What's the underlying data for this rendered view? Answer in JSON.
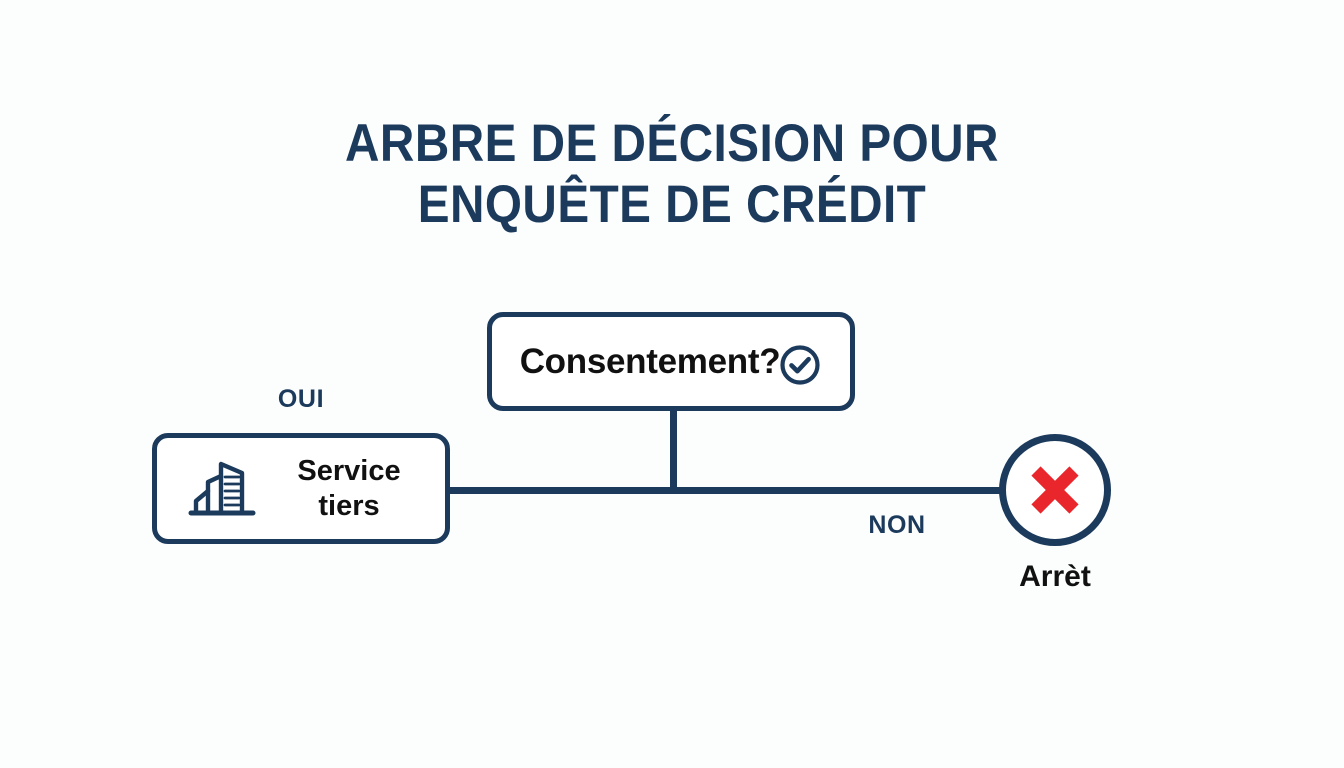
{
  "page": {
    "background_color": "#fcfdfd",
    "accent_navy": "#1b3a5c",
    "accent_red": "#e8262b",
    "text_black": "#111111"
  },
  "title": {
    "line1": "ARBRE DE DÉCISION POUR",
    "line2": "ENQUÊTE DE CRÉDIT"
  },
  "nodes": {
    "decision": {
      "label": "Consentement?",
      "icon": "check-circle-icon"
    },
    "yes_branch": {
      "label_line1": "Service",
      "label_line2": "tiers",
      "icon": "building-icon"
    },
    "no_branch": {
      "caption": "Arrèt",
      "icon": "cross-icon"
    }
  },
  "edges": {
    "yes_label": "OUI",
    "no_label": "NON"
  }
}
